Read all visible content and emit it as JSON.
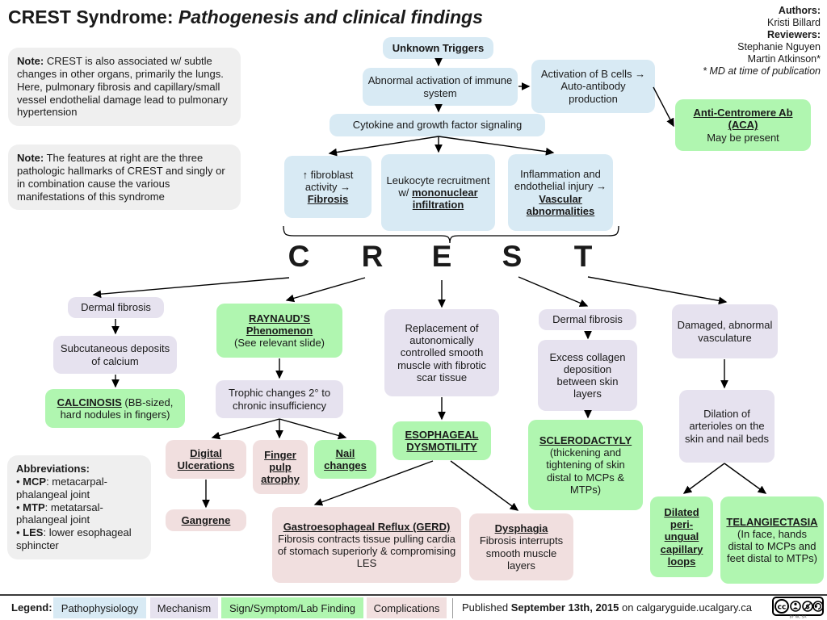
{
  "title": {
    "prefix": "CREST Syndrome: ",
    "emphasis": "Pathogenesis and clinical findings"
  },
  "credits": {
    "authors_label": "Authors:",
    "author": "Kristi Billard",
    "reviewers_label": "Reviewers:",
    "reviewer1": "Stephanie Nguyen",
    "reviewer2": "Martin Atkinson*",
    "footnote": "* MD at time of publication"
  },
  "notes": {
    "note1_label": "Note:",
    "note1_text": " CREST is also associated w/ subtle changes in other organs, primarily the lungs. Here, pulmonary fibrosis and capillary/small vessel endothelial damage lead to pulmonary hypertension",
    "note2_label": "Note:",
    "note2_text": " The features at right are the three pathologic hallmarks of CREST and singly or in combination cause the various manifestations of this syndrome"
  },
  "abbreviations": {
    "label": "Abbreviations:",
    "items": [
      {
        "bullet": "• ",
        "abbr": "MCP",
        "def": ": metacarpal-phalangeal joint"
      },
      {
        "bullet": "• ",
        "abbr": "MTP",
        "def": ": metatarsal-phalangeal joint"
      },
      {
        "bullet": "• ",
        "abbr": "LES",
        "def": ": lower esophageal sphincter"
      }
    ]
  },
  "crest": {
    "letters": [
      "C",
      "R",
      "E",
      "S",
      "T"
    ]
  },
  "nodes": {
    "unknown_triggers": {
      "text": "Unknown Triggers"
    },
    "abnormal_activation": {
      "text": "Abnormal activation of immune system"
    },
    "b_cells": {
      "text": "Activation of B cells → Auto-antibody production"
    },
    "cytokine": {
      "text": "Cytokine and growth factor signaling"
    },
    "fibroblast": {
      "lead": "↑ fibroblast activity →",
      "title": "Fibrosis"
    },
    "leukocyte": {
      "lead": "Leukocyte recruitment w/ ",
      "title": "mononuclear infiltration"
    },
    "inflammation": {
      "lead": "Inflammation and endothelial injury → ",
      "title": "Vascular abnormalities"
    },
    "aca": {
      "title": "Anti-Centromere Ab (ACA)",
      "body": "May be present"
    },
    "dermal_c": {
      "text": "Dermal fibrosis"
    },
    "subcutaneous": {
      "text": "Subcutaneous deposits of calcium"
    },
    "calcinosis": {
      "title": "CALCINOSIS",
      "body": " (BB-sized, hard nodules in fingers)"
    },
    "raynauds": {
      "title": "RAYNAUD’S Phenomenon",
      "body": "(See relevant slide)"
    },
    "trophic": {
      "text": "Trophic changes 2° to chronic insufficiency"
    },
    "digital": {
      "title": "Digital Ulcerations"
    },
    "finger": {
      "title": "Finger pulp atrophy"
    },
    "nail": {
      "title": "Nail changes"
    },
    "gangrene": {
      "title": "Gangrene"
    },
    "replacement": {
      "text": "Replacement of autonomically controlled smooth muscle with fibrotic scar tissue"
    },
    "esophageal": {
      "title": "ESOPHAGEAL DYSMOTILITY"
    },
    "gerd": {
      "title": "Gastroesophageal Reflux (GERD)",
      "body": "Fibrosis contracts tissue pulling cardia of stomach superiorly & compromising LES"
    },
    "dysphagia": {
      "title": "Dysphagia",
      "body": "Fibrosis interrupts smooth muscle layers"
    },
    "dermal_s": {
      "text": "Dermal fibrosis"
    },
    "excess": {
      "text": "Excess collagen deposition between skin layers"
    },
    "sclerodactyly": {
      "title": "SCLERODACTYLY",
      "body": "(thickening and tightening of skin distal to MCPs & MTPs)"
    },
    "damaged": {
      "text": "Damaged, abnormal vasculature"
    },
    "dilation": {
      "text": "Dilation of arterioles on the skin and nail beds"
    },
    "dilated_loops": {
      "title": "Dilated peri-ungual capillary loops"
    },
    "telangiectasia": {
      "title": "TELANGIECTASIA",
      "body": "(In face, hands distal to MCPs and feet distal to MTPs)"
    }
  },
  "legend": {
    "label": "Legend:",
    "items": [
      {
        "label": "Pathophysiology",
        "color": "#d8eaf4"
      },
      {
        "label": "Mechanism",
        "color": "#e6e2ef"
      },
      {
        "label": "Sign/Symptom/Lab Finding",
        "color": "#b0f6b0"
      },
      {
        "label": "Complications",
        "color": "#f1dfdf"
      }
    ]
  },
  "footer": {
    "published_prefix": "Published ",
    "published_date": "September 13th, 2015",
    "published_mid": " on ",
    "site": "calgaryguide.ucalgary.ca",
    "license": "CC BY-NC-SA",
    "cc_text": "cc"
  }
}
